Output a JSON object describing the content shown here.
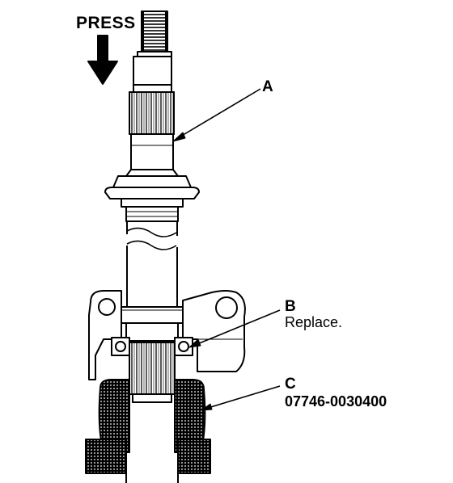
{
  "labels": {
    "press": "PRESS",
    "a": "A",
    "b": "B",
    "b_note": "Replace.",
    "c": "C",
    "c_part_number": "07746-0030400"
  },
  "colors": {
    "ink": "#000000",
    "paper": "#ffffff"
  },
  "icons": {
    "press_direction": "arrow-down-icon"
  }
}
